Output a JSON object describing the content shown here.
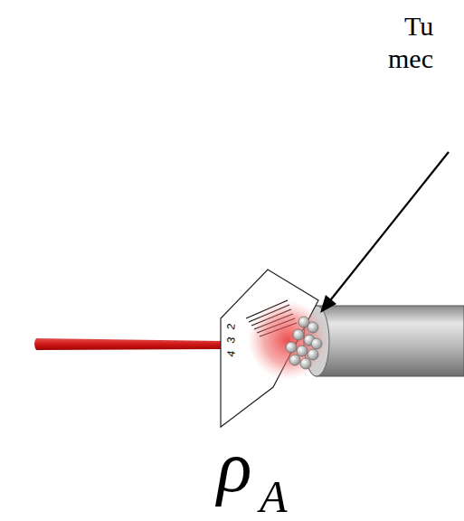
{
  "diagram": {
    "labels": [
      "Tu",
      "mec",
      "2",
      "3",
      "4",
      "ρ",
      "A"
    ]
  }
}
